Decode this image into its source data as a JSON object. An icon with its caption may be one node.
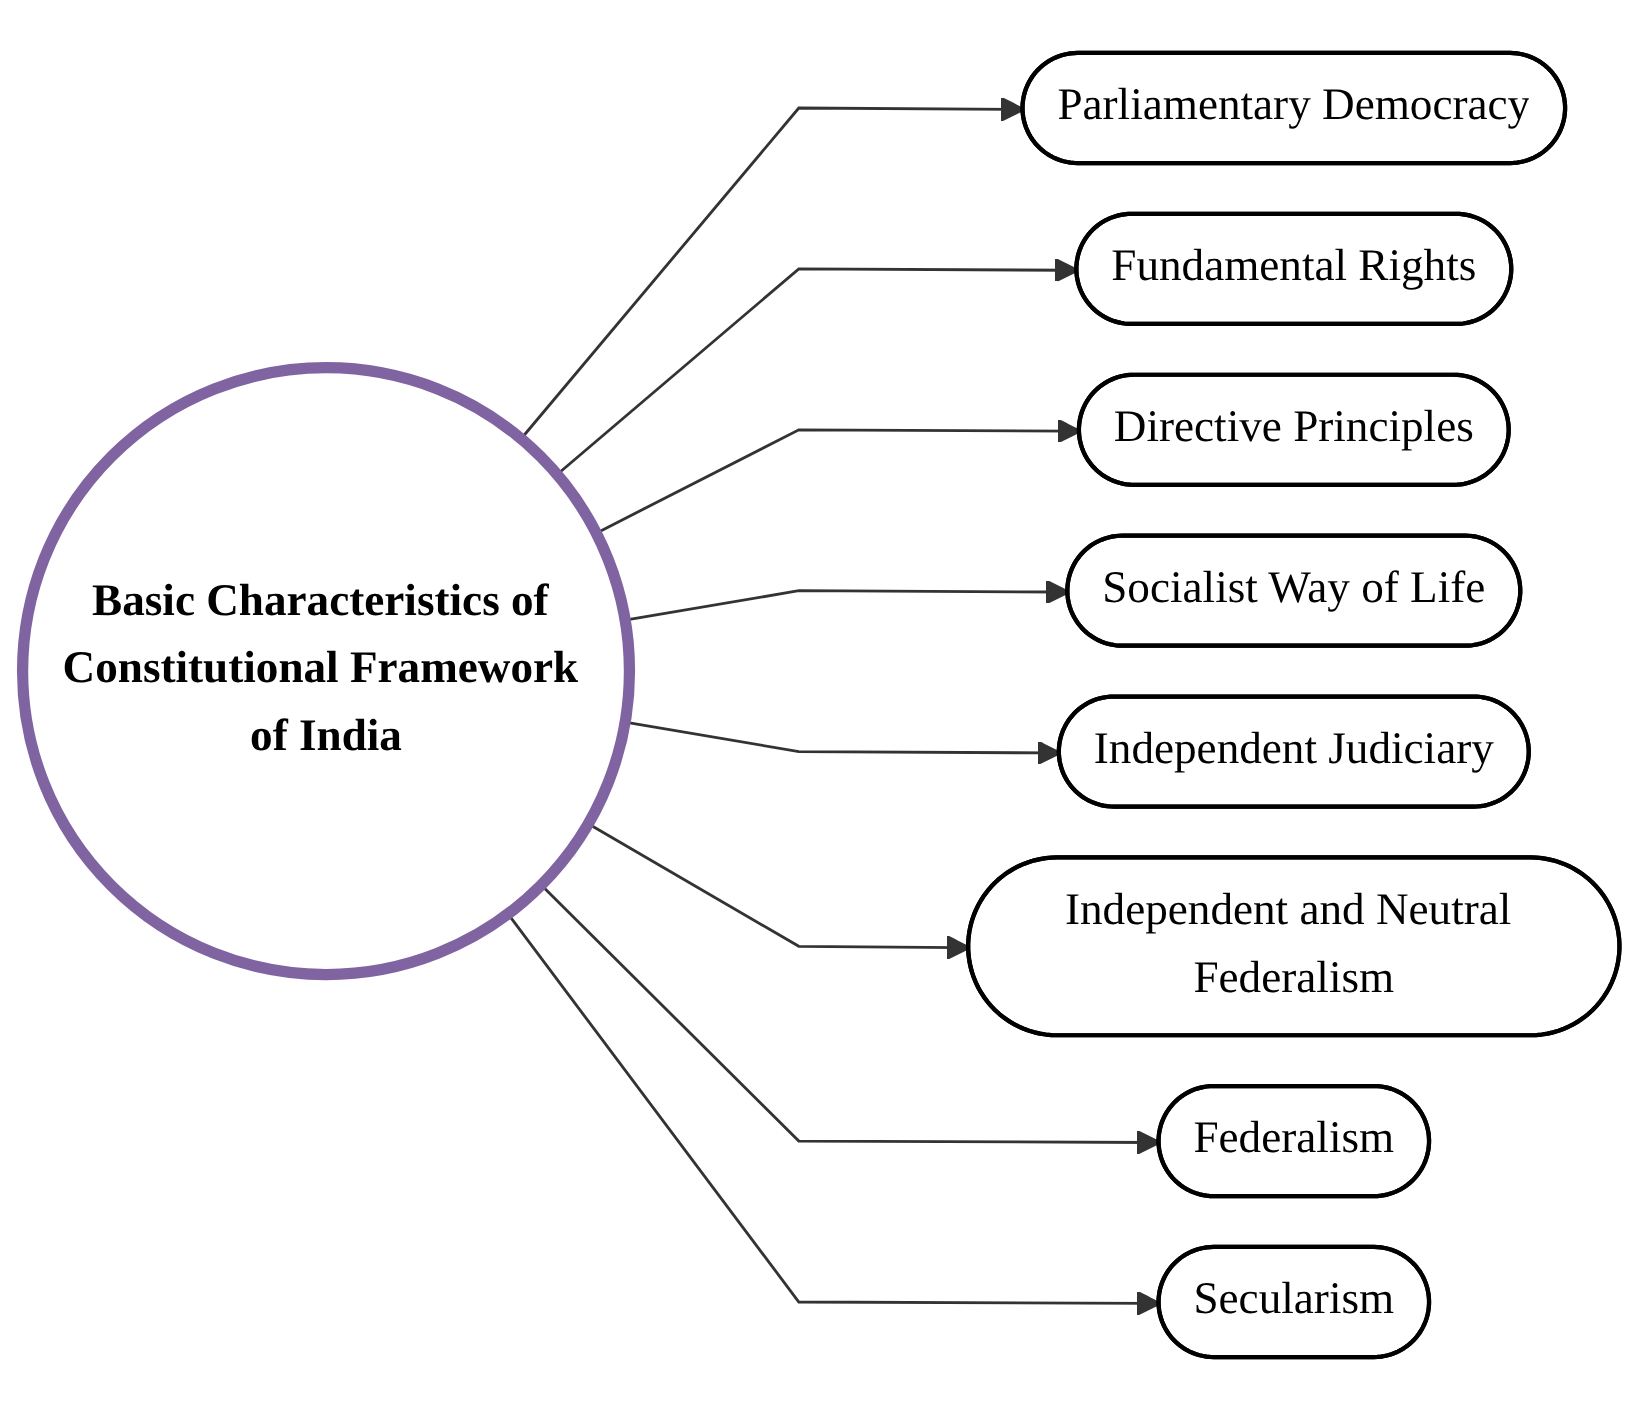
{
  "diagram": {
    "nodes": [
      {
        "text": [
          "Basic Characteristics of Constitutional Framework of India"
        ]
      },
      {
        "text": [
          "Parliamentary Democracy"
        ]
      },
      {
        "text": [
          "Fundamental Rights"
        ]
      },
      {
        "text": [
          "Directive Principles"
        ]
      },
      {
        "text": [
          "Socialist Way of Life"
        ]
      },
      {
        "text": [
          "Independent Judiciary"
        ]
      },
      {
        "text": [
          "Independent and Neutral Federalism"
        ]
      },
      {
        "text": [
          "Federalism"
        ]
      },
      {
        "text": [
          "Secularism"
        ]
      }
    ],
    "edges": [
      {
        "from": 0,
        "to": 1,
        "arrow": "to"
      },
      {
        "from": 0,
        "to": 2,
        "arrow": "to"
      },
      {
        "from": 0,
        "to": 3,
        "arrow": "to"
      },
      {
        "from": 0,
        "to": 4,
        "arrow": "to"
      },
      {
        "from": 0,
        "to": 5,
        "arrow": "to"
      },
      {
        "from": 0,
        "to": 6,
        "arrow": "to"
      },
      {
        "from": 0,
        "to": 7,
        "arrow": "to"
      },
      {
        "from": 0,
        "to": 8,
        "arrow": "to"
      }
    ]
  }
}
